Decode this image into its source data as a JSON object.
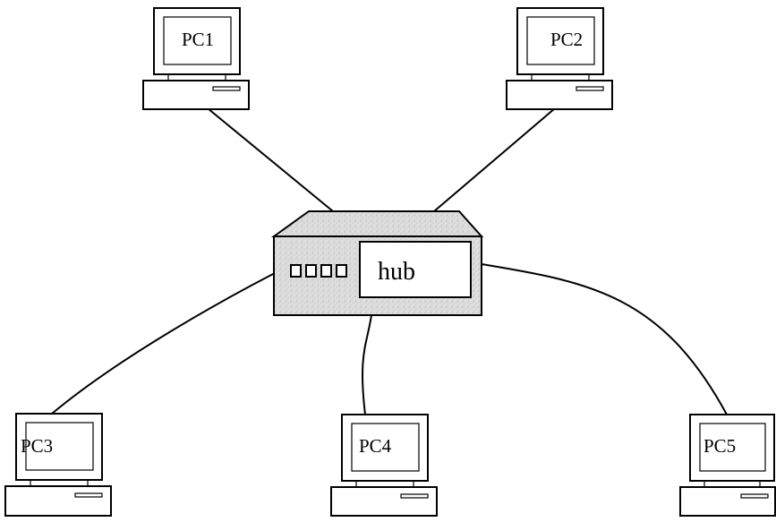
{
  "diagram": {
    "hub": {
      "label": "hub",
      "port_count": 4
    },
    "computers": [
      {
        "id": "pc1",
        "label": "PC1"
      },
      {
        "id": "pc2",
        "label": "PC2"
      },
      {
        "id": "pc3",
        "label": "PC3"
      },
      {
        "id": "pc4",
        "label": "PC4"
      },
      {
        "id": "pc5",
        "label": "PC5"
      }
    ],
    "connections": [
      {
        "from": "pc1",
        "to": "hub"
      },
      {
        "from": "pc2",
        "to": "hub"
      },
      {
        "from": "pc3",
        "to": "hub"
      },
      {
        "from": "pc4",
        "to": "hub"
      },
      {
        "from": "pc5",
        "to": "hub"
      }
    ],
    "colors": {
      "line": "#000000",
      "hub_fill": "#dcdcdc",
      "background": "#ffffff"
    }
  }
}
